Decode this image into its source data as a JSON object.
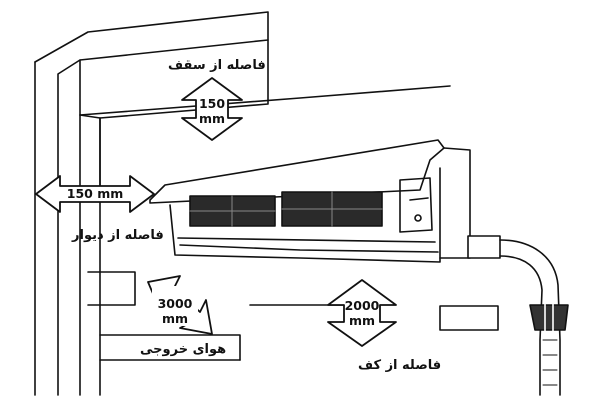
{
  "labels": {
    "ceiling_clearance": "فاصله از سقف",
    "ceiling_value": "150",
    "ceiling_unit": "mm",
    "wall_clearance": "فاصله از دیوار",
    "wall_value": "150 mm",
    "outlet_value": "3000",
    "outlet_unit": "mm",
    "outlet_air": "هوای خروجی",
    "floor_value": "2000",
    "floor_unit": "mm",
    "floor_clearance": "فاصله از کف"
  },
  "colors": {
    "ink": "#111111",
    "paper": "#ffffff",
    "grille": "#2a2a2a"
  }
}
